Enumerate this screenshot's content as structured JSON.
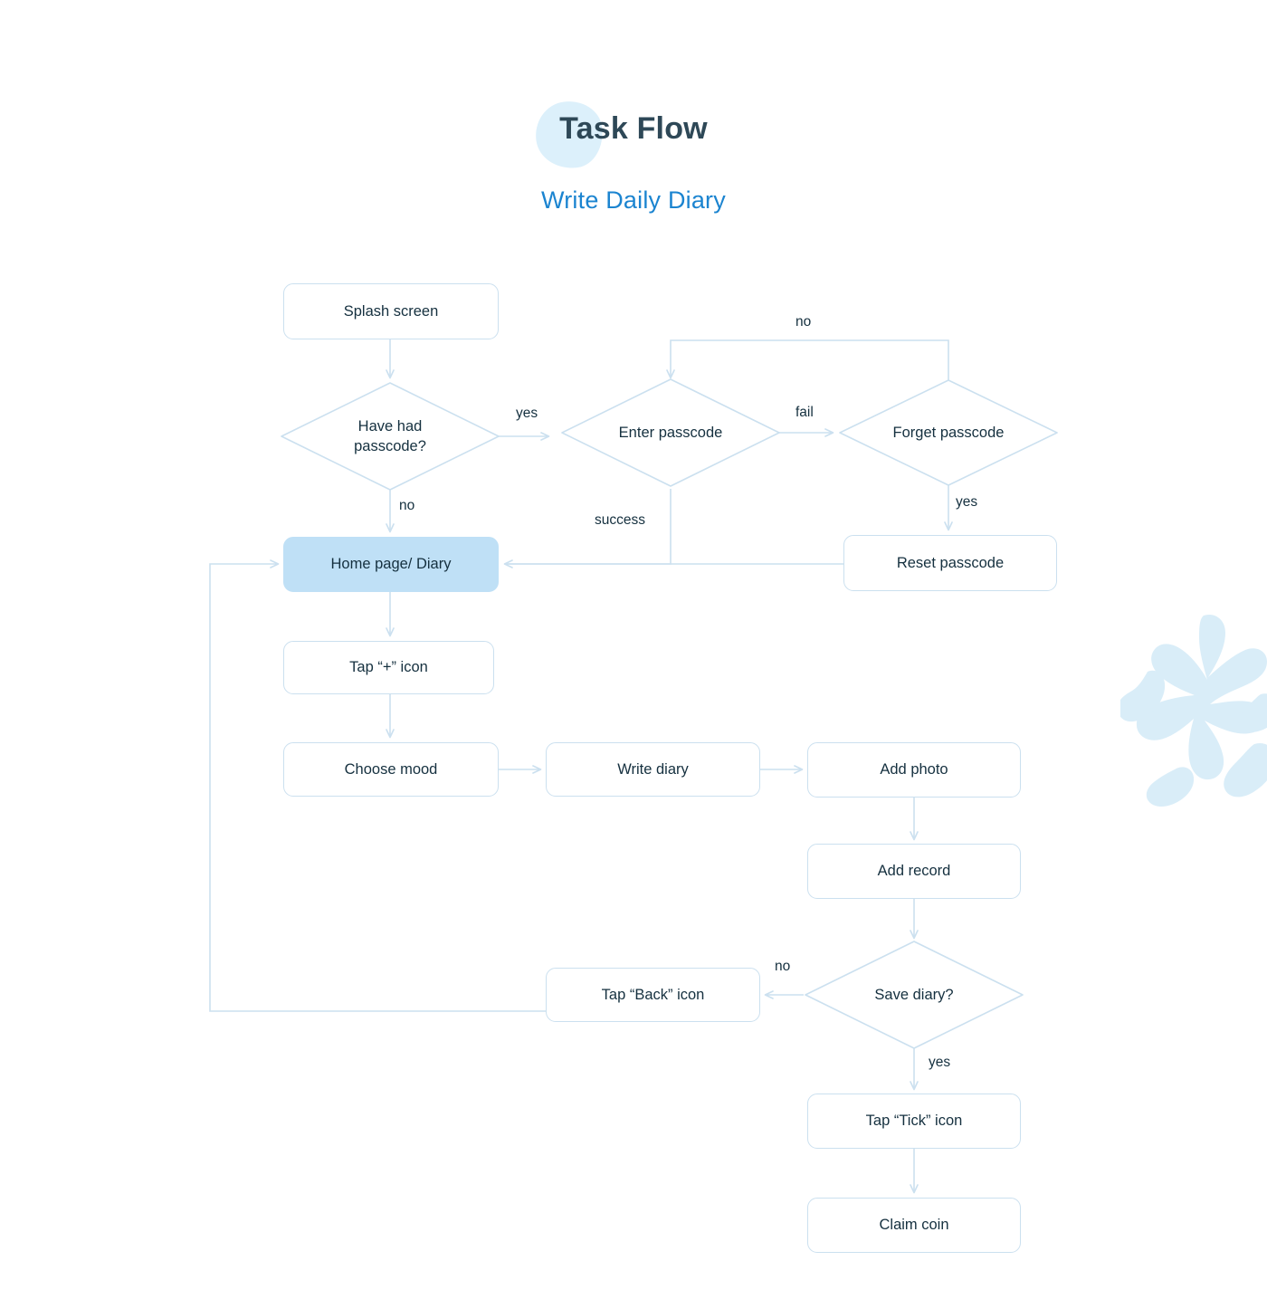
{
  "header": {
    "title": "Task Flow",
    "subtitle": "Write Daily Diary",
    "title_color": "#2e4857",
    "subtitle_color": "#1b84d0",
    "blob_color": "#dcf0fb"
  },
  "theme": {
    "background": "#ffffff",
    "node_border": "#cbe0ef",
    "node_fill": "#ffffff",
    "node_text": "#15303f",
    "highlight_fill": "#bfe0f6",
    "connector": "#cbe0ef",
    "decoration": "#d9edf8"
  },
  "decoration": {
    "coral_name": "coral-shape",
    "coral_color": "#d9edf8"
  },
  "nodes": [
    {
      "id": "splash-screen",
      "label": "Splash screen",
      "shape": "box",
      "highlight": false
    },
    {
      "id": "have-had-passcode",
      "label": "Have had\npasscode?",
      "shape": "diamond",
      "highlight": false
    },
    {
      "id": "enter-passcode",
      "label": "Enter passcode",
      "shape": "diamond",
      "highlight": false
    },
    {
      "id": "forget-passcode",
      "label": "Forget passcode",
      "shape": "diamond",
      "highlight": false
    },
    {
      "id": "reset-passcode",
      "label": "Reset passcode",
      "shape": "box",
      "highlight": false
    },
    {
      "id": "home-page-diary",
      "label": "Home page/ Diary",
      "shape": "box",
      "highlight": true
    },
    {
      "id": "tap-plus-icon",
      "label": "Tap “+” icon",
      "shape": "box",
      "highlight": false
    },
    {
      "id": "choose-mood",
      "label": "Choose mood",
      "shape": "box",
      "highlight": false
    },
    {
      "id": "write-diary",
      "label": "Write diary",
      "shape": "box",
      "highlight": false
    },
    {
      "id": "add-photo",
      "label": "Add photo",
      "shape": "box",
      "highlight": false
    },
    {
      "id": "add-record",
      "label": "Add record",
      "shape": "box",
      "highlight": false
    },
    {
      "id": "save-diary",
      "label": "Save diary?",
      "shape": "diamond",
      "highlight": false
    },
    {
      "id": "tap-back-icon",
      "label": "Tap “Back” icon",
      "shape": "box",
      "highlight": false
    },
    {
      "id": "tap-tick-icon",
      "label": "Tap “Tick” icon",
      "shape": "box",
      "highlight": false
    },
    {
      "id": "claim-coin",
      "label": "Claim coin",
      "shape": "box",
      "highlight": false
    }
  ],
  "node_labels": {
    "splash_screen": "Splash screen",
    "have_had_passcode_line1": "Have had",
    "have_had_passcode_line2": "passcode?",
    "enter_passcode": "Enter passcode",
    "forget_passcode": "Forget passcode",
    "reset_passcode": "Reset passcode",
    "home_page_diary": "Home page/ Diary",
    "tap_plus_icon": "Tap “+” icon",
    "choose_mood": "Choose mood",
    "write_diary": "Write diary",
    "add_photo": "Add photo",
    "add_record": "Add record",
    "save_diary": "Save diary?",
    "tap_back_icon": "Tap “Back” icon",
    "tap_tick_icon": "Tap “Tick” icon",
    "claim_coin": "Claim coin"
  },
  "edge_labels": {
    "have_had_passcode_yes": "yes",
    "have_had_passcode_no": "no",
    "enter_passcode_fail": "fail",
    "enter_passcode_success": "success",
    "forget_passcode_no": "no",
    "forget_passcode_yes": "yes",
    "save_diary_no": "no",
    "save_diary_yes": "yes"
  },
  "edges": [
    {
      "from": "splash-screen",
      "to": "have-had-passcode",
      "label": ""
    },
    {
      "from": "have-had-passcode",
      "to": "enter-passcode",
      "label": "yes"
    },
    {
      "from": "have-had-passcode",
      "to": "home-page-diary",
      "label": "no"
    },
    {
      "from": "enter-passcode",
      "to": "forget-passcode",
      "label": "fail"
    },
    {
      "from": "enter-passcode",
      "to": "home-page-diary",
      "label": "success"
    },
    {
      "from": "forget-passcode",
      "to": "enter-passcode",
      "label": "no"
    },
    {
      "from": "forget-passcode",
      "to": "reset-passcode",
      "label": "yes"
    },
    {
      "from": "reset-passcode",
      "to": "home-page-diary",
      "label": ""
    },
    {
      "from": "home-page-diary",
      "to": "tap-plus-icon",
      "label": ""
    },
    {
      "from": "tap-plus-icon",
      "to": "choose-mood",
      "label": ""
    },
    {
      "from": "choose-mood",
      "to": "write-diary",
      "label": ""
    },
    {
      "from": "write-diary",
      "to": "add-photo",
      "label": ""
    },
    {
      "from": "add-photo",
      "to": "add-record",
      "label": ""
    },
    {
      "from": "add-record",
      "to": "save-diary",
      "label": ""
    },
    {
      "from": "save-diary",
      "to": "tap-back-icon",
      "label": "no"
    },
    {
      "from": "save-diary",
      "to": "tap-tick-icon",
      "label": "yes"
    },
    {
      "from": "tap-back-icon",
      "to": "home-page-diary",
      "label": ""
    },
    {
      "from": "tap-tick-icon",
      "to": "claim-coin",
      "label": ""
    }
  ]
}
